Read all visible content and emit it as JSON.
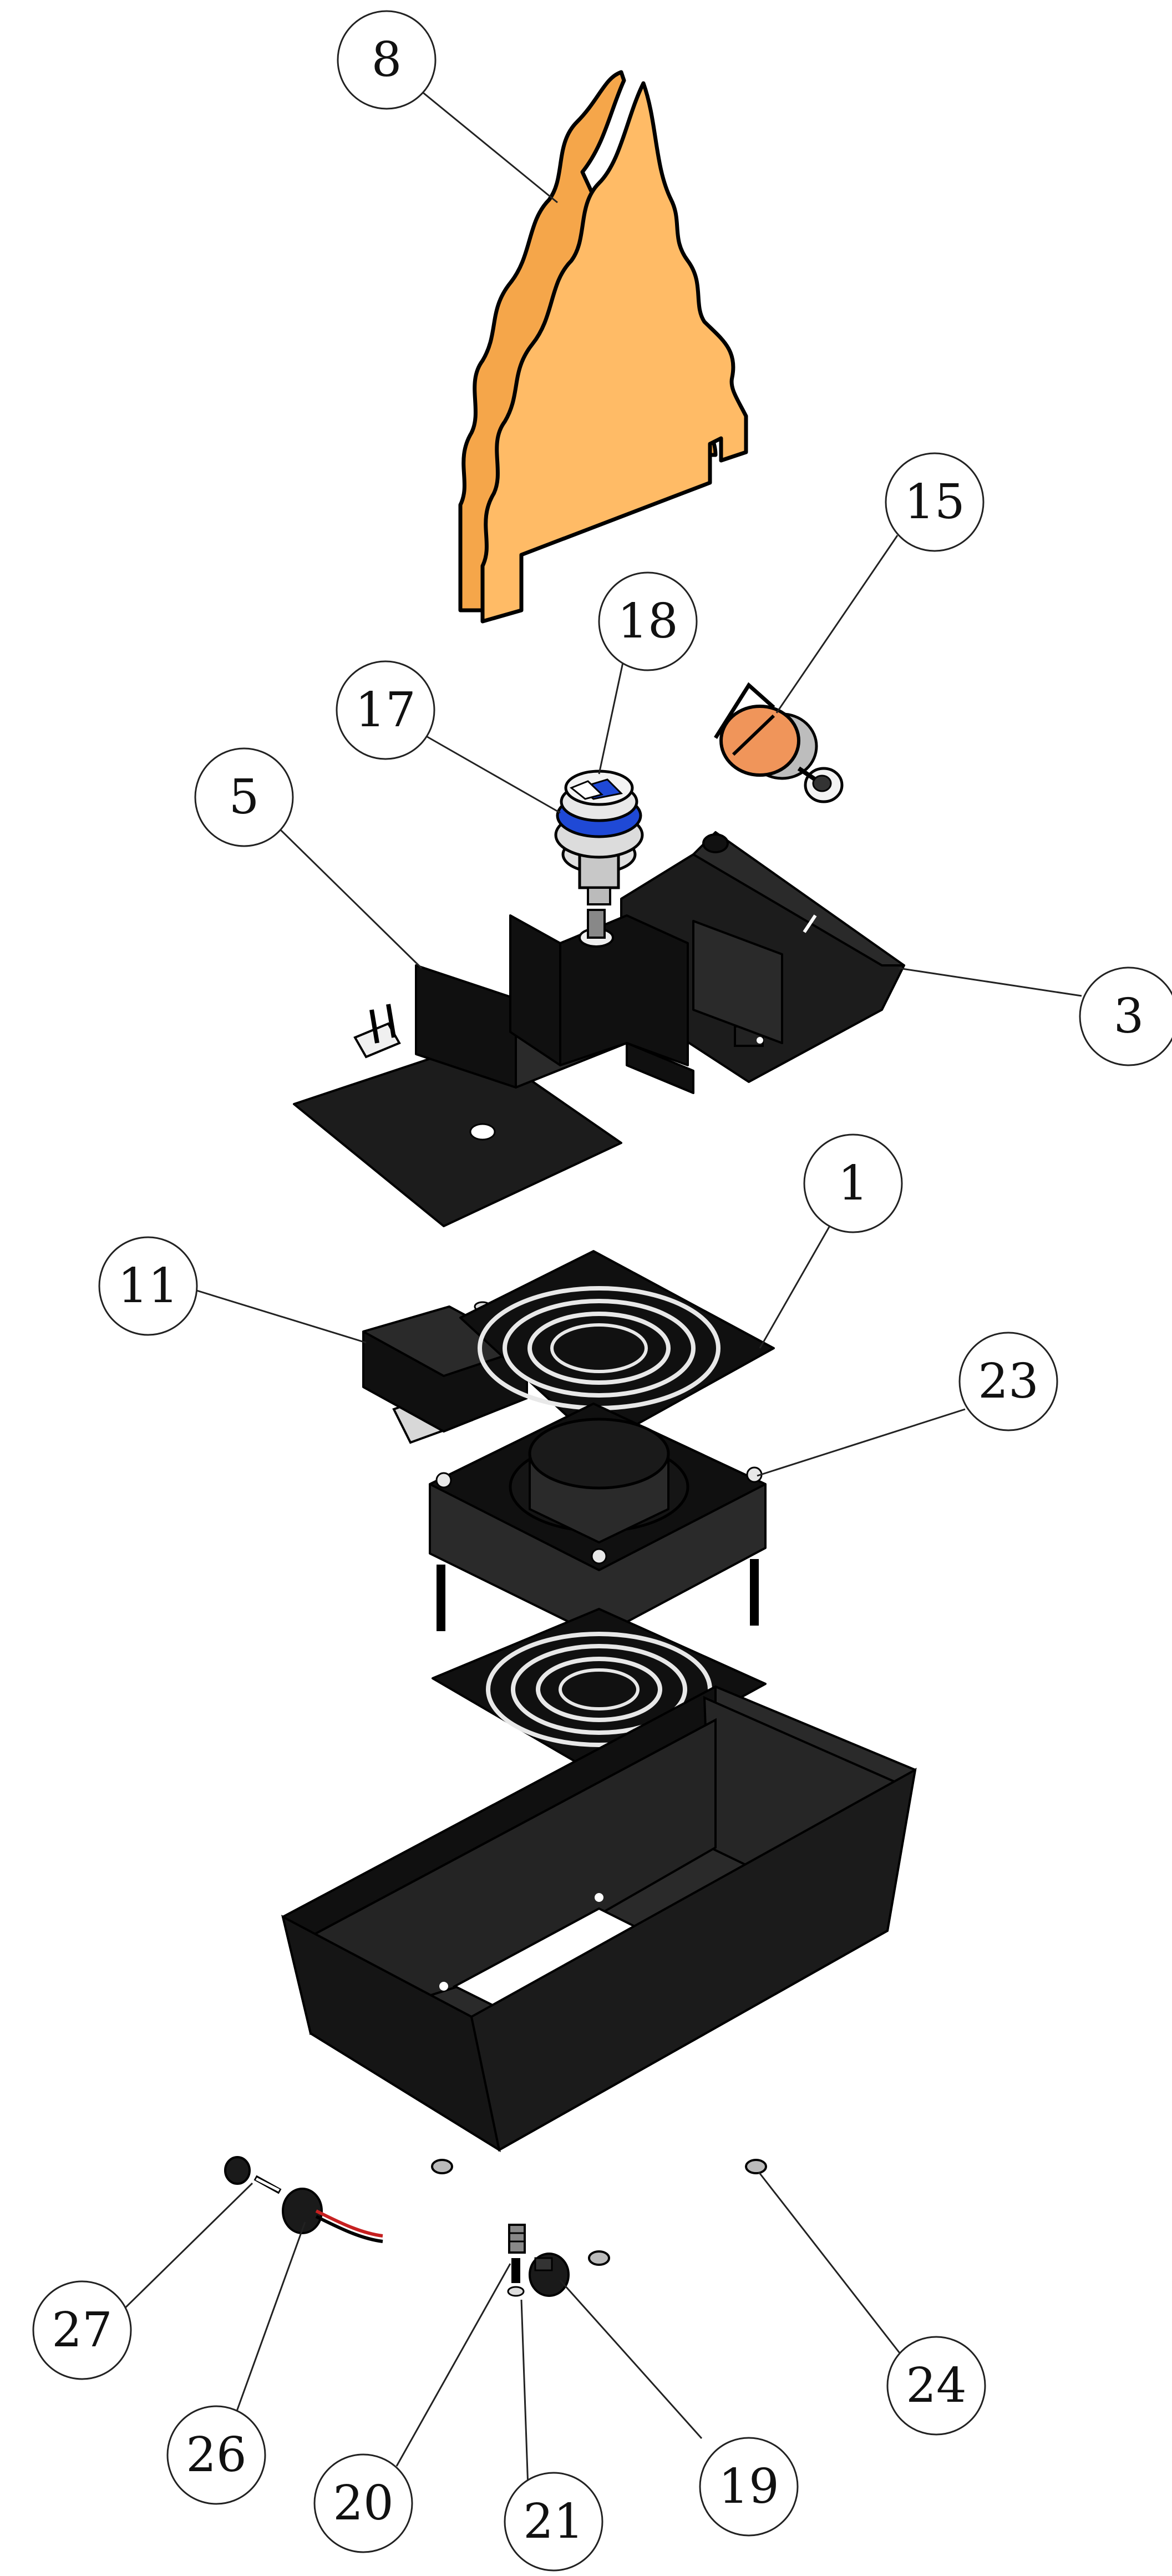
{
  "diagram": {
    "type": "exploded-assembly",
    "colors": {
      "flame_orange": "#ffbb66",
      "knob_orange": "#f0955a",
      "ring_blue": "#1f49d6",
      "body_black": "#1c1c1c",
      "line": "#222222"
    },
    "balloons": [
      {
        "id": "b8",
        "label": "8"
      },
      {
        "id": "b15",
        "label": "15"
      },
      {
        "id": "b18",
        "label": "18"
      },
      {
        "id": "b17",
        "label": "17"
      },
      {
        "id": "b5",
        "label": "5"
      },
      {
        "id": "b3",
        "label": "3"
      },
      {
        "id": "b1",
        "label": "1"
      },
      {
        "id": "b11",
        "label": "11"
      },
      {
        "id": "b23",
        "label": "23"
      },
      {
        "id": "b27",
        "label": "27"
      },
      {
        "id": "b26",
        "label": "26"
      },
      {
        "id": "b20",
        "label": "20"
      },
      {
        "id": "b21",
        "label": "21"
      },
      {
        "id": "b19",
        "label": "19"
      },
      {
        "id": "b24",
        "label": "24"
      }
    ]
  }
}
